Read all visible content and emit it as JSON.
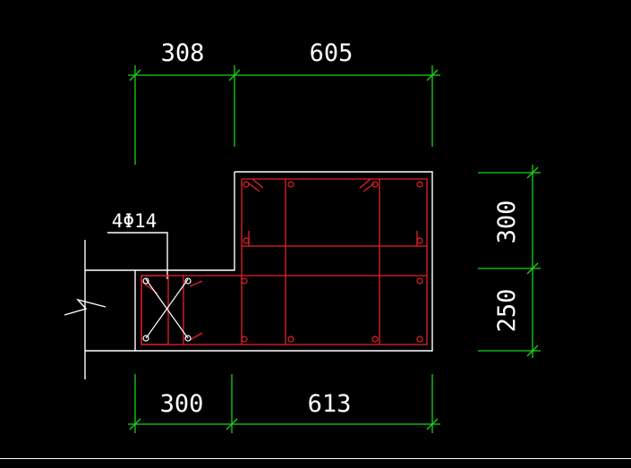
{
  "colors": {
    "background": "#000000",
    "outline": "#ffffff",
    "rebar": "#e8202a",
    "dimension": "#19d219",
    "text": "#ffffff"
  },
  "dimensions": {
    "top_left": "308",
    "top_right": "605",
    "bottom_left": "300",
    "bottom_right": "613",
    "right_upper": "300",
    "right_lower": "250"
  },
  "labels": {
    "rebar_callout": "4Φ14"
  },
  "icons": {
    "break_symbol": "break-line-icon"
  }
}
